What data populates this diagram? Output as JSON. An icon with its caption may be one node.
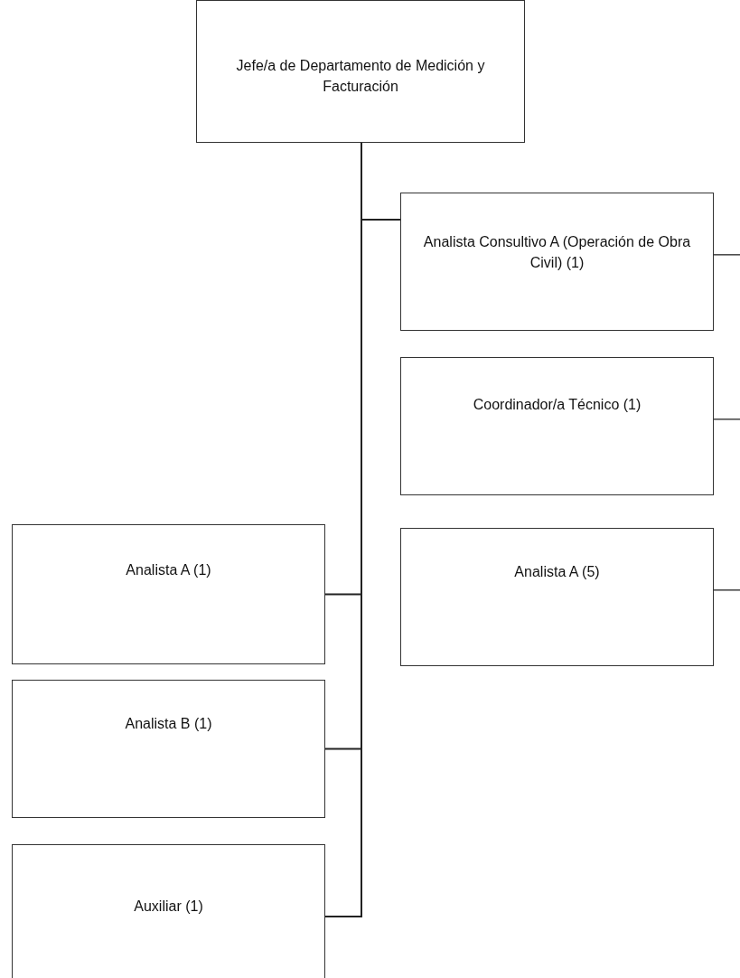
{
  "diagram": {
    "nodes": [
      {
        "text": [
          "Jefe/a de Departamento de Medición y Facturación"
        ]
      },
      {
        "text": [
          "Analista Consultivo A (Operación de Obra Civil) (1)"
        ]
      },
      {
        "text": [
          "Coordinador/a Técnico (1)"
        ]
      },
      {
        "text": [
          "Analista A (5)"
        ]
      },
      {
        "text": [
          "Analista A (1)"
        ]
      },
      {
        "text": [
          "Analista B (1)"
        ]
      },
      {
        "text": [
          "Auxiliar (1)"
        ]
      }
    ],
    "edges": [
      {
        "from": 0,
        "to": 1,
        "arrow": "none"
      },
      {
        "from": 0,
        "to": 4,
        "arrow": "none"
      },
      {
        "from": 0,
        "to": 5,
        "arrow": "none"
      },
      {
        "from": 0,
        "to": 6,
        "arrow": "none"
      },
      {
        "from": 1,
        "to": null,
        "arrow": "none"
      },
      {
        "from": 2,
        "to": null,
        "arrow": "none"
      },
      {
        "from": 3,
        "to": null,
        "arrow": "none"
      }
    ]
  }
}
